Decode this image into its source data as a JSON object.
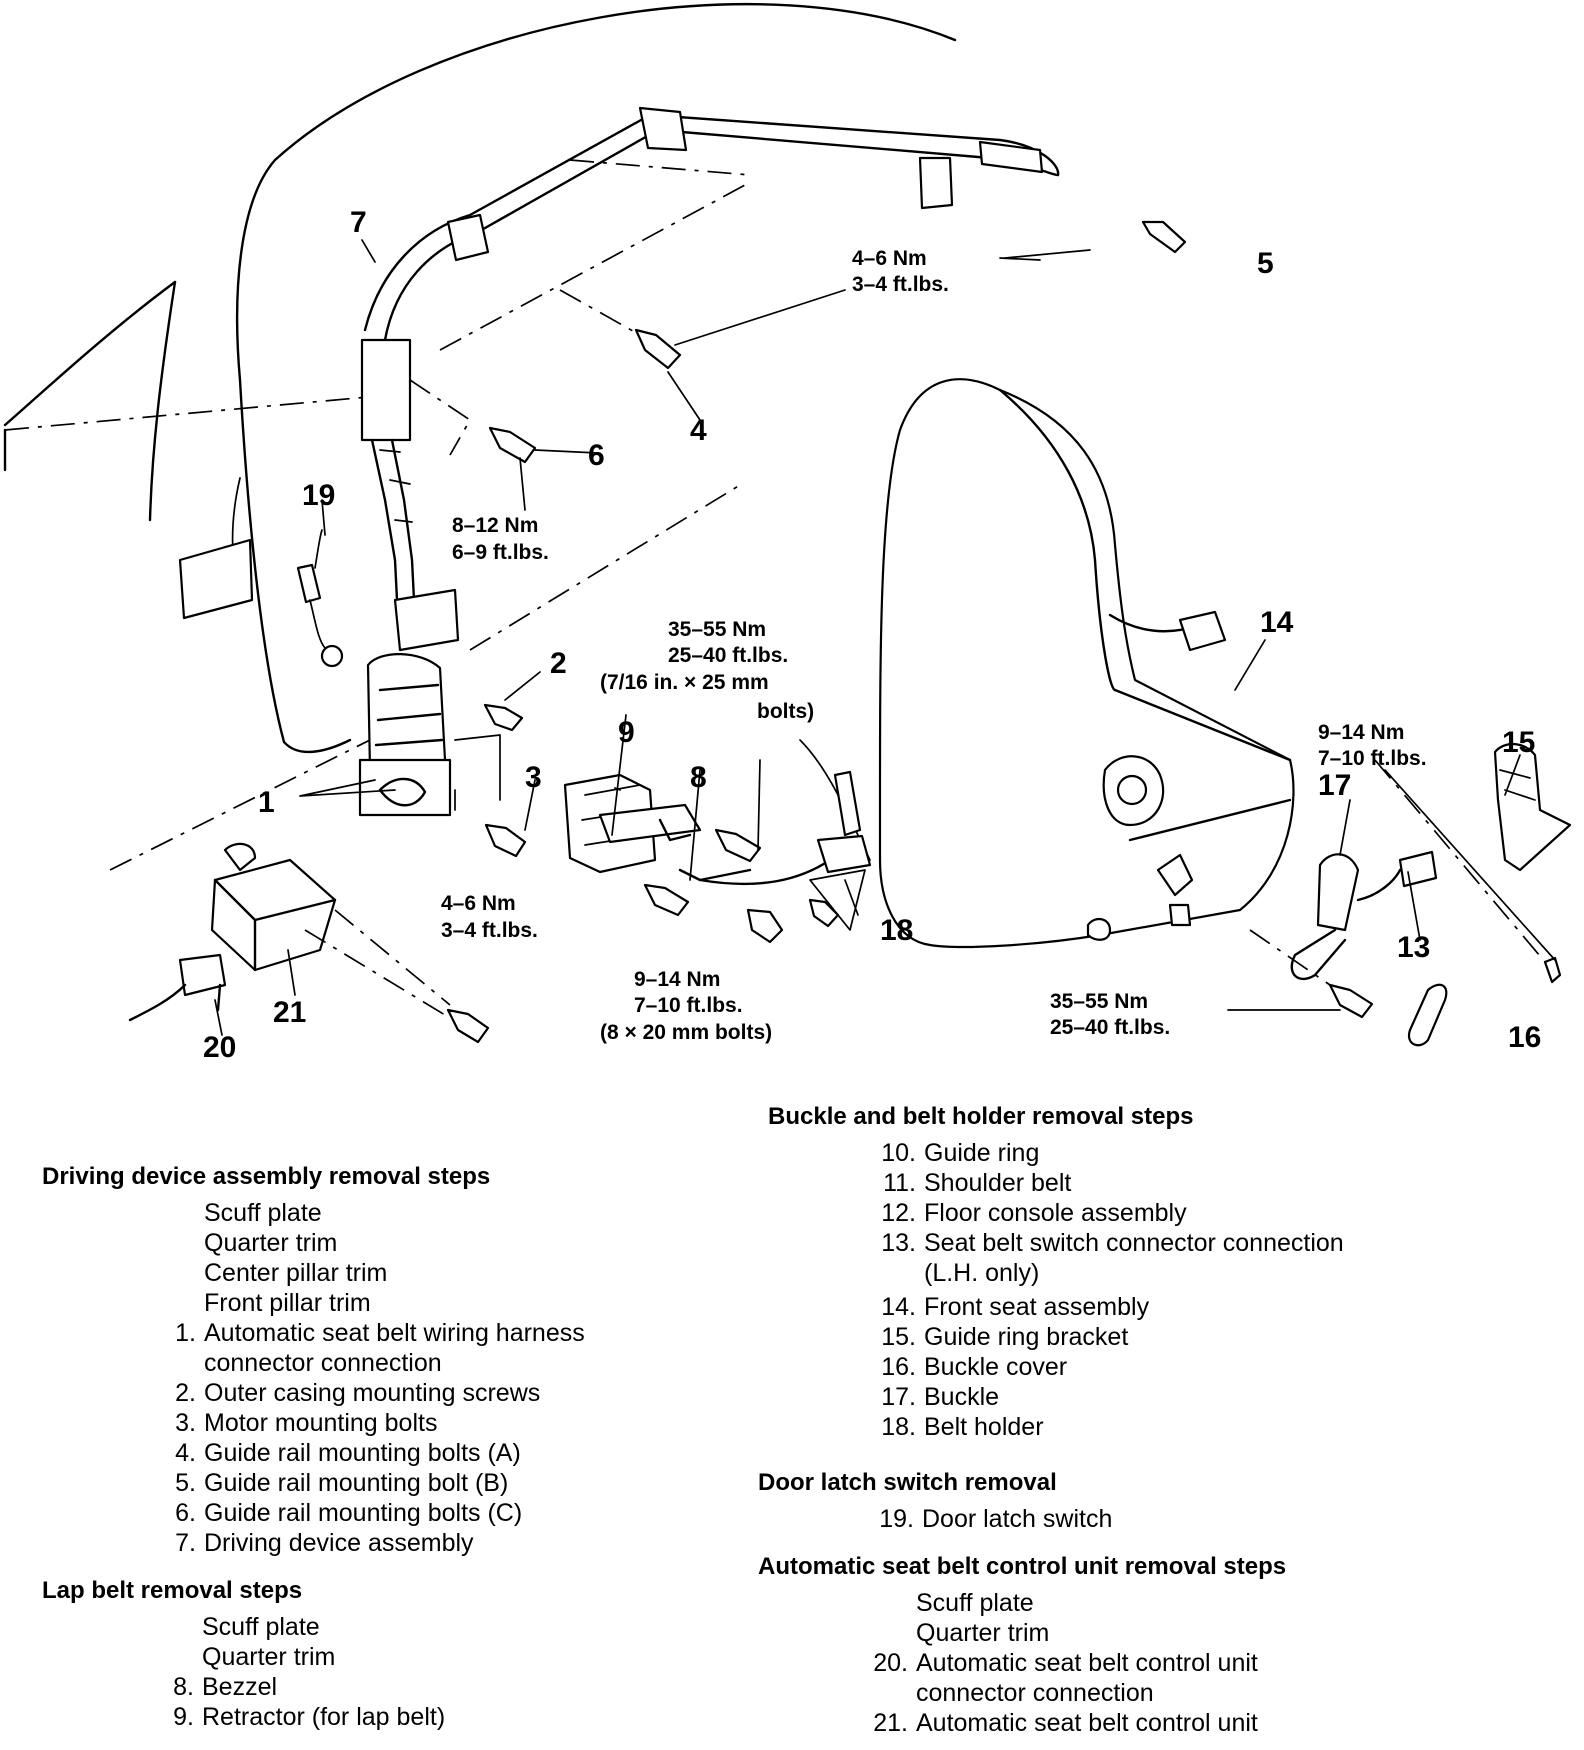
{
  "callouts": {
    "c1": "1",
    "c2": "2",
    "c3": "3",
    "c4": "4",
    "c5": "5",
    "c6": "6",
    "c7": "7",
    "c8": "8",
    "c9": "9",
    "c13": "13",
    "c14": "14",
    "c15": "15",
    "c16": "16",
    "c17": "17",
    "c18": "18",
    "c19": "19",
    "c20": "20",
    "c21": "21"
  },
  "torque": {
    "t5_nm": "4–6 Nm",
    "t5_ft": "3–4 ft.lbs.",
    "t6_nm": "8–12 Nm",
    "t6_ft": "6–9 ft.lbs.",
    "t3_nm": "4–6 Nm",
    "t3_ft": "3–4 ft.lbs.",
    "t9a_nm": "35–55 Nm",
    "t9a_ft": "25–40 ft.lbs.",
    "t9a_bolt1": "(7/16 in. × 25 mm",
    "t9a_bolt2": "bolts)",
    "t8_nm": "9–14 Nm",
    "t8_ft": "7–10 ft.lbs.",
    "t8_bolt": "(8 × 20 mm bolts)",
    "t15_nm": "9–14 Nm",
    "t15_ft": "7–10 ft.lbs.",
    "t17_nm": "35–55 Nm",
    "t17_ft": "25–40 ft.lbs."
  },
  "driving": {
    "heading": "Driving device assembly removal steps",
    "pre": [
      "Scuff plate",
      "Quarter trim",
      "Center pillar trim",
      "Front pillar trim"
    ],
    "items": [
      {
        "n": "1.",
        "t": "Automatic seat belt wiring harness\nconnector connection"
      },
      {
        "n": "2.",
        "t": "Outer casing mounting screws"
      },
      {
        "n": "3.",
        "t": "Motor mounting bolts"
      },
      {
        "n": "4.",
        "t": "Guide rail mounting bolts (A)"
      },
      {
        "n": "5.",
        "t": "Guide rail mounting bolt (B)"
      },
      {
        "n": "6.",
        "t": "Guide rail mounting bolts (C)"
      },
      {
        "n": "7.",
        "t": "Driving device assembly"
      }
    ]
  },
  "lap": {
    "heading": "Lap belt removal steps",
    "pre": [
      "Scuff plate",
      "Quarter trim"
    ],
    "items": [
      {
        "n": "8.",
        "t": "Bezzel"
      },
      {
        "n": "9.",
        "t": "Retractor (for lap belt)"
      }
    ]
  },
  "buckle": {
    "heading": "Buckle and belt holder removal steps",
    "items": [
      {
        "n": "10.",
        "t": "Guide ring"
      },
      {
        "n": "11.",
        "t": "Shoulder belt"
      },
      {
        "n": "12.",
        "t": "Floor console assembly"
      },
      {
        "n": "13.",
        "t": "Seat belt switch connector connection\n(L.H. only)"
      },
      {
        "n": "14.",
        "t": "Front seat assembly"
      },
      {
        "n": "15.",
        "t": "Guide ring bracket"
      },
      {
        "n": "16.",
        "t": "Buckle cover"
      },
      {
        "n": "17.",
        "t": "Buckle"
      },
      {
        "n": "18.",
        "t": "Belt holder"
      }
    ]
  },
  "door": {
    "heading": "Door latch switch removal",
    "items": [
      {
        "n": "19.",
        "t": "Door latch switch"
      }
    ]
  },
  "control": {
    "heading": "Automatic seat belt control unit removal steps",
    "pre": [
      "Scuff plate",
      "Quarter trim"
    ],
    "items": [
      {
        "n": "20.",
        "t": "Automatic seat belt control unit\nconnector connection"
      },
      {
        "n": "21.",
        "t": "Automatic seat belt control unit"
      }
    ]
  }
}
